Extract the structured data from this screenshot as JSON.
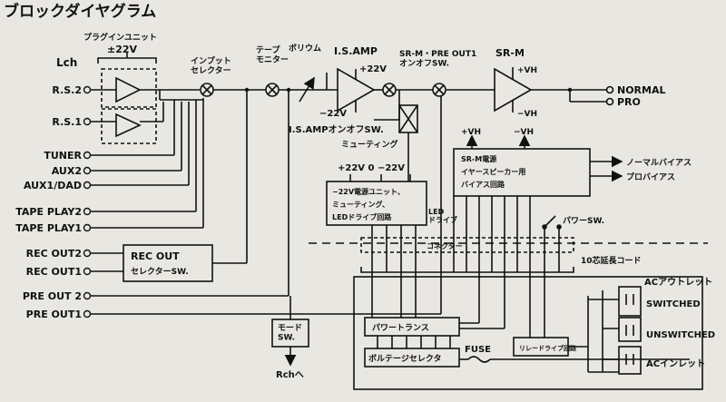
{
  "title": "ブロックダイヤグラム",
  "channel": "Lch",
  "plugin": {
    "label": "プラグインユニット",
    "voltage": "±22V"
  },
  "inputs": [
    "R.S.2",
    "R.S.1",
    "TUNER",
    "AUX2",
    "AUX1/DAD",
    "TAPE PLAY2",
    "TAPE PLAY1",
    "REC OUT2",
    "REC OUT1",
    "PRE OUT 2",
    "PRE OUT1"
  ],
  "selector": {
    "input_selector": "インプット\nセレクター",
    "tape_monitor": "テープ\nモニター",
    "volume": "ボリウム"
  },
  "is_amp": {
    "label": "I.S.AMP",
    "pos": "+22V",
    "neg": "−22V",
    "switch": "I.S.AMPオンオフSW."
  },
  "muting": "ミューティング",
  "srm_pre": {
    "label": "SR-M・PRE OUT1\nオンオフSW."
  },
  "srm": {
    "label": "SR-M",
    "vh_pos": "+VH",
    "vh_neg": "−VH"
  },
  "outputs": [
    "NORMAL",
    "PRO"
  ],
  "rec_out_sw": {
    "line1": "REC OUT",
    "line2": "セレクターSW."
  },
  "power_unit": {
    "rails": "+22V  0  −22V",
    "line1": "−22V電源ユニット、",
    "line2": "ミューティング、",
    "line3": "LEDドライブ回路",
    "led": "LED\nドライブ"
  },
  "srm_power": {
    "vh_pos": "+VH",
    "vh_neg": "−VH",
    "line1": "SR-M電源",
    "line2": "イヤースピーカー用",
    "line3": "バイアス回路",
    "normal_bias": "ノーマルバイアス",
    "pro_bias": "プロバイアス"
  },
  "power_sw": "パワーSW.",
  "connector": "コネクター",
  "cable": "10芯延長コード",
  "mode_sw": "モード\nSW.",
  "rch": "Rchへ",
  "transformer": "パワートランス",
  "voltage_selector": "ボルテージセレクタ",
  "fuse": "FUSE",
  "relay": "リレードライブ回路",
  "ac": {
    "outlet": "ACアウトレット",
    "switched": "SWITCHED",
    "unswitched": "UNSWITCHED",
    "inlet": "ACインレット"
  }
}
